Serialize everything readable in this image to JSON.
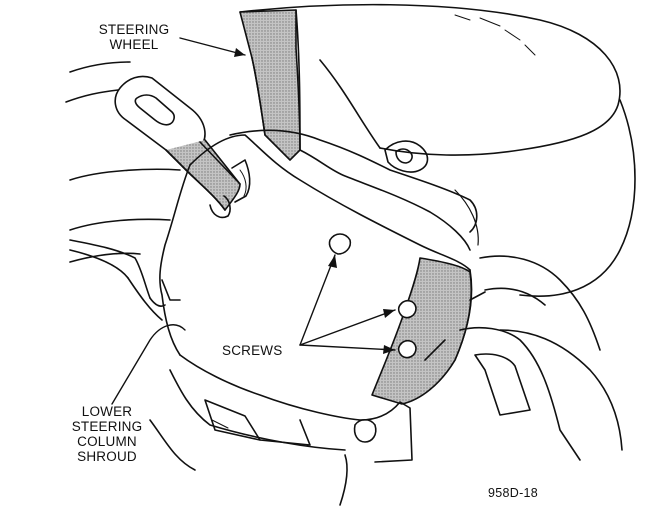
{
  "labels": {
    "steering_wheel": [
      "STEERING",
      "WHEEL"
    ],
    "screws": "SCREWS",
    "lower_shroud": [
      "LOWER",
      "STEERING",
      "COLUMN",
      "SHROUD"
    ]
  },
  "figure_id": "958D-18",
  "colors": {
    "ink": "#111111",
    "shade": "#b4b4b4",
    "background": "#ffffff"
  }
}
